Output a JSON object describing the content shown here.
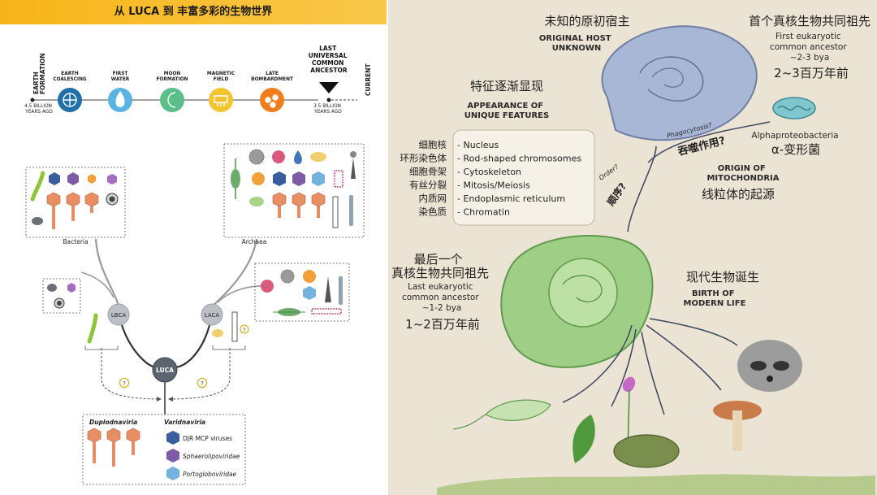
{
  "left": {
    "title": "从 LUCA 到 丰富多彩的生物世界",
    "timeline": {
      "earth_formation": [
        "EARTH",
        "FORMATION"
      ],
      "current": "CURRENT",
      "start_time": [
        "4.5 BILLION",
        "YEARS AGO"
      ],
      "luca_time": [
        "3.5 BILLION",
        "YEARS AGO"
      ],
      "events": [
        {
          "label": [
            "EARTH",
            "COALESCING"
          ],
          "color": "#1f6fa8",
          "icon": "globe-icon"
        },
        {
          "label": [
            "FIRST",
            "WATER"
          ],
          "color": "#5ab3e0",
          "icon": "water-drop-icon"
        },
        {
          "label": [
            "MOON",
            "FORMATION"
          ],
          "color": "#5cbf8a",
          "icon": "moon-icon"
        },
        {
          "label": [
            "MAGNETIC",
            "FIELD"
          ],
          "color": "#f4c430",
          "icon": "magnet-field-icon"
        },
        {
          "label": [
            "LATE",
            "BOMBARDMENT"
          ],
          "color": "#f07c1a",
          "icon": "meteor-icon"
        }
      ],
      "luca_label": [
        "LAST",
        "UNIVERSAL",
        "COMMON",
        "ANCESTOR"
      ]
    },
    "tree": {
      "bacteria": "Bacteria",
      "archaea": "Archaea",
      "lbca": "LBCA",
      "laca": "LACA",
      "luca": "LUCA",
      "question": "?"
    },
    "legend": {
      "duplodnaviria": "Duplodnaviria",
      "varidnaviria": "Varidnaviria",
      "items": [
        "DJR MCP viruses",
        "Sphaerolipoviridae",
        "Portogloboviridae"
      ],
      "colors": [
        "#3a5d9e",
        "#7d5ba6",
        "#74b3dd"
      ]
    }
  },
  "right": {
    "host_zh": "未知的原初宿主",
    "host_en": [
      "ORIGINAL HOST",
      "UNKNOWN"
    ],
    "first_zh": "首个真核生物共同祖先",
    "first_en": [
      "First eukaryotic",
      "common ancestor",
      "~2-3 bya"
    ],
    "first_years": "2~3百万年前",
    "features_zh": "特征逐渐显现",
    "features_en": [
      "APPEARANCE OF",
      "UNIQUE FEATURES"
    ],
    "features": [
      {
        "zh": "细胞核",
        "en": "- Nucleus"
      },
      {
        "zh": "环形染色体",
        "en": "- Rod-shaped chromosomes"
      },
      {
        "zh": "细胞骨架",
        "en": "- Cytoskeleton"
      },
      {
        "zh": "有丝分裂",
        "en": "- Mitosis/Meiosis"
      },
      {
        "zh": "内质网",
        "en": "- Endoplasmic reticulum"
      },
      {
        "zh": "染色质",
        "en": "- Chromatin"
      }
    ],
    "phago_en": "Phagocytosis?",
    "phago_zh": "吞噬作用?",
    "alpha_en": "Alphaproteobacteria",
    "alpha_zh": "α-变形菌",
    "mito_en": [
      "ORIGIN OF",
      "MITOCHONDRIA"
    ],
    "mito_zh": "线粒体的起源",
    "order_en": "Order?",
    "order_zh": "顺序?",
    "last_zh": [
      "最后一个",
      "真核生物共同祖先"
    ],
    "last_en": [
      "Last eukaryotic",
      "common ancestor",
      "~1-2 bya"
    ],
    "last_years": "1~2百万年前",
    "modern_zh": "现代生物诞生",
    "modern_en": [
      "BIRTH OF",
      "MODERN LIFE"
    ]
  }
}
